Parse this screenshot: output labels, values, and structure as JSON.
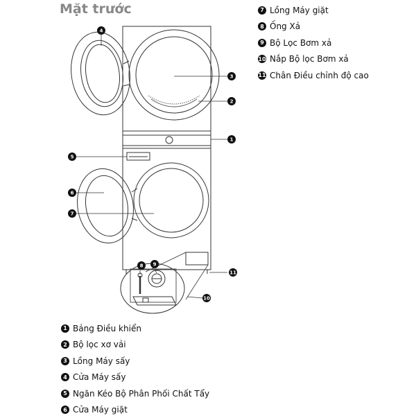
{
  "title": "Mặt trước",
  "parts": [
    {
      "num": "1",
      "label": "Bảng Điều khiển"
    },
    {
      "num": "2",
      "label": "Bộ lọc xơ vải"
    },
    {
      "num": "3",
      "label": "Lồng Máy sấy"
    },
    {
      "num": "4",
      "label": "Cửa Máy sấy"
    },
    {
      "num": "5",
      "label": "Ngăn Kéo Bộ Phân Phối Chất Tẩy"
    },
    {
      "num": "6",
      "label": "Cửa Máy giặt"
    },
    {
      "num": "7",
      "label": "Lồng Máy giặt"
    },
    {
      "num": "8",
      "label": "Ống Xả"
    },
    {
      "num": "9",
      "label": "Bộ Lọc Bơm xả"
    },
    {
      "num": "10",
      "label": "Nắp Bộ lọc Bơm xả"
    },
    {
      "num": "11",
      "label": "Chân Điều chỉnh độ cao"
    }
  ]
}
